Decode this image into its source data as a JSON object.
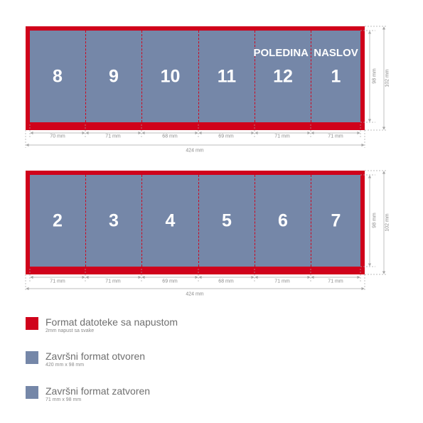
{
  "colors": {
    "bleed": "#d0021b",
    "panel": "#7587a8",
    "dim": "#a6a6a6"
  },
  "top_sheet": {
    "panels": [
      {
        "number": "8",
        "label": ""
      },
      {
        "number": "9",
        "label": ""
      },
      {
        "number": "10",
        "label": ""
      },
      {
        "number": "11",
        "label": ""
      },
      {
        "number": "12",
        "label": "POLEDINA"
      },
      {
        "number": "1",
        "label": "NASLOV"
      }
    ],
    "panel_widths": [
      "70 mm",
      "71 mm",
      "68 mm",
      "69 mm",
      "71 mm",
      "71 mm"
    ],
    "total_width": "424 mm",
    "trim_height": "98 mm",
    "bleed_height": "102 mm"
  },
  "bottom_sheet": {
    "panels": [
      {
        "number": "2",
        "label": ""
      },
      {
        "number": "3",
        "label": ""
      },
      {
        "number": "4",
        "label": ""
      },
      {
        "number": "5",
        "label": ""
      },
      {
        "number": "6",
        "label": ""
      },
      {
        "number": "7",
        "label": ""
      }
    ],
    "panel_widths": [
      "71 mm",
      "71 mm",
      "69 mm",
      "68 mm",
      "71 mm",
      "71 mm"
    ],
    "total_width": "424 mm",
    "trim_height": "98 mm",
    "bleed_height": "102 mm"
  },
  "legend": [
    {
      "title": "Format datoteke sa napustom",
      "subtitle": "2mm napust sa svake",
      "color": "#d0021b"
    },
    {
      "title": "Završni format otvoren",
      "subtitle": "420 mm x 98 mm",
      "color": "#7587a8"
    },
    {
      "title": "Završni format zatvoren",
      "subtitle": "71 mm x 98 mm",
      "color": "#7587a8"
    }
  ]
}
